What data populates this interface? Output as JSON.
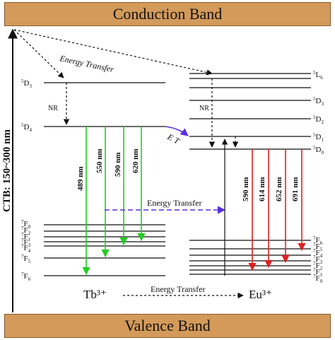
{
  "bands": {
    "conduction": "Conduction Band",
    "valence": "Valence Band"
  },
  "axis_label": "CTB: 150~300 nm",
  "ions": {
    "tb": "Tb³⁺",
    "eu": "Eu³⁺"
  },
  "annotations": {
    "energy_transfer_top": "Energy Transfer",
    "energy_transfer_mid": "Energy Transfer",
    "energy_transfer_bottom": "Energy Transfer",
    "nr_tb": "NR",
    "nr_eu": "NR",
    "et": "E T"
  },
  "tb_levels": {
    "excited": [
      {
        "sup": "5",
        "name": "D",
        "sub": "3"
      },
      {
        "sup": "5",
        "name": "D",
        "sub": "4"
      }
    ],
    "ground": [
      {
        "sup": "7",
        "name": "F",
        "sub": "0"
      },
      {
        "sup": "7",
        "name": "F",
        "sub": "2"
      },
      {
        "sup": "7",
        "name": "F",
        "sub": "1"
      },
      {
        "sup": "7",
        "name": "F",
        "sub": "3"
      },
      {
        "sup": "7",
        "name": "F",
        "sub": "4"
      },
      {
        "sup": "7",
        "name": "F",
        "sub": "5"
      },
      {
        "sup": "7",
        "name": "F",
        "sub": "6"
      }
    ]
  },
  "eu_levels": {
    "excited": [
      {
        "sup": "5",
        "name": "L",
        "sub": "6"
      },
      {
        "sup": "5",
        "name": "D",
        "sub": "3"
      },
      {
        "sup": "5",
        "name": "D",
        "sub": "2"
      },
      {
        "sup": "5",
        "name": "D",
        "sub": "1"
      },
      {
        "sup": "5",
        "name": "D",
        "sub": "0"
      }
    ],
    "ground": [
      {
        "sup": "7",
        "name": "F",
        "sub": "6"
      },
      {
        "sup": "7",
        "name": "F",
        "sub": "5"
      },
      {
        "sup": "7",
        "name": "F",
        "sub": "4"
      },
      {
        "sup": "7",
        "name": "F",
        "sub": "3"
      },
      {
        "sup": "7",
        "name": "F",
        "sub": "2"
      },
      {
        "sup": "7",
        "name": "F",
        "sub": "1"
      },
      {
        "sup": "7",
        "name": "F",
        "sub": "0"
      }
    ]
  },
  "tb_emissions": [
    {
      "label": "489 nm",
      "color": "#22cc22"
    },
    {
      "label": "550 nm",
      "color": "#22cc22"
    },
    {
      "label": "590 nm",
      "color": "#22cc22"
    },
    {
      "label": "620 nm",
      "color": "#22cc22"
    }
  ],
  "eu_emissions": [
    {
      "label": "590 nm",
      "color": "#e02020"
    },
    {
      "label": "614 nm",
      "color": "#e02020"
    },
    {
      "label": "652 nm",
      "color": "#e02020"
    },
    {
      "label": "691 nm",
      "color": "#e02020"
    }
  ],
  "colors": {
    "band_fill": "#d39a5a",
    "transfer": "#5a2ee0",
    "green": "#22cc22",
    "red": "#e02020"
  }
}
